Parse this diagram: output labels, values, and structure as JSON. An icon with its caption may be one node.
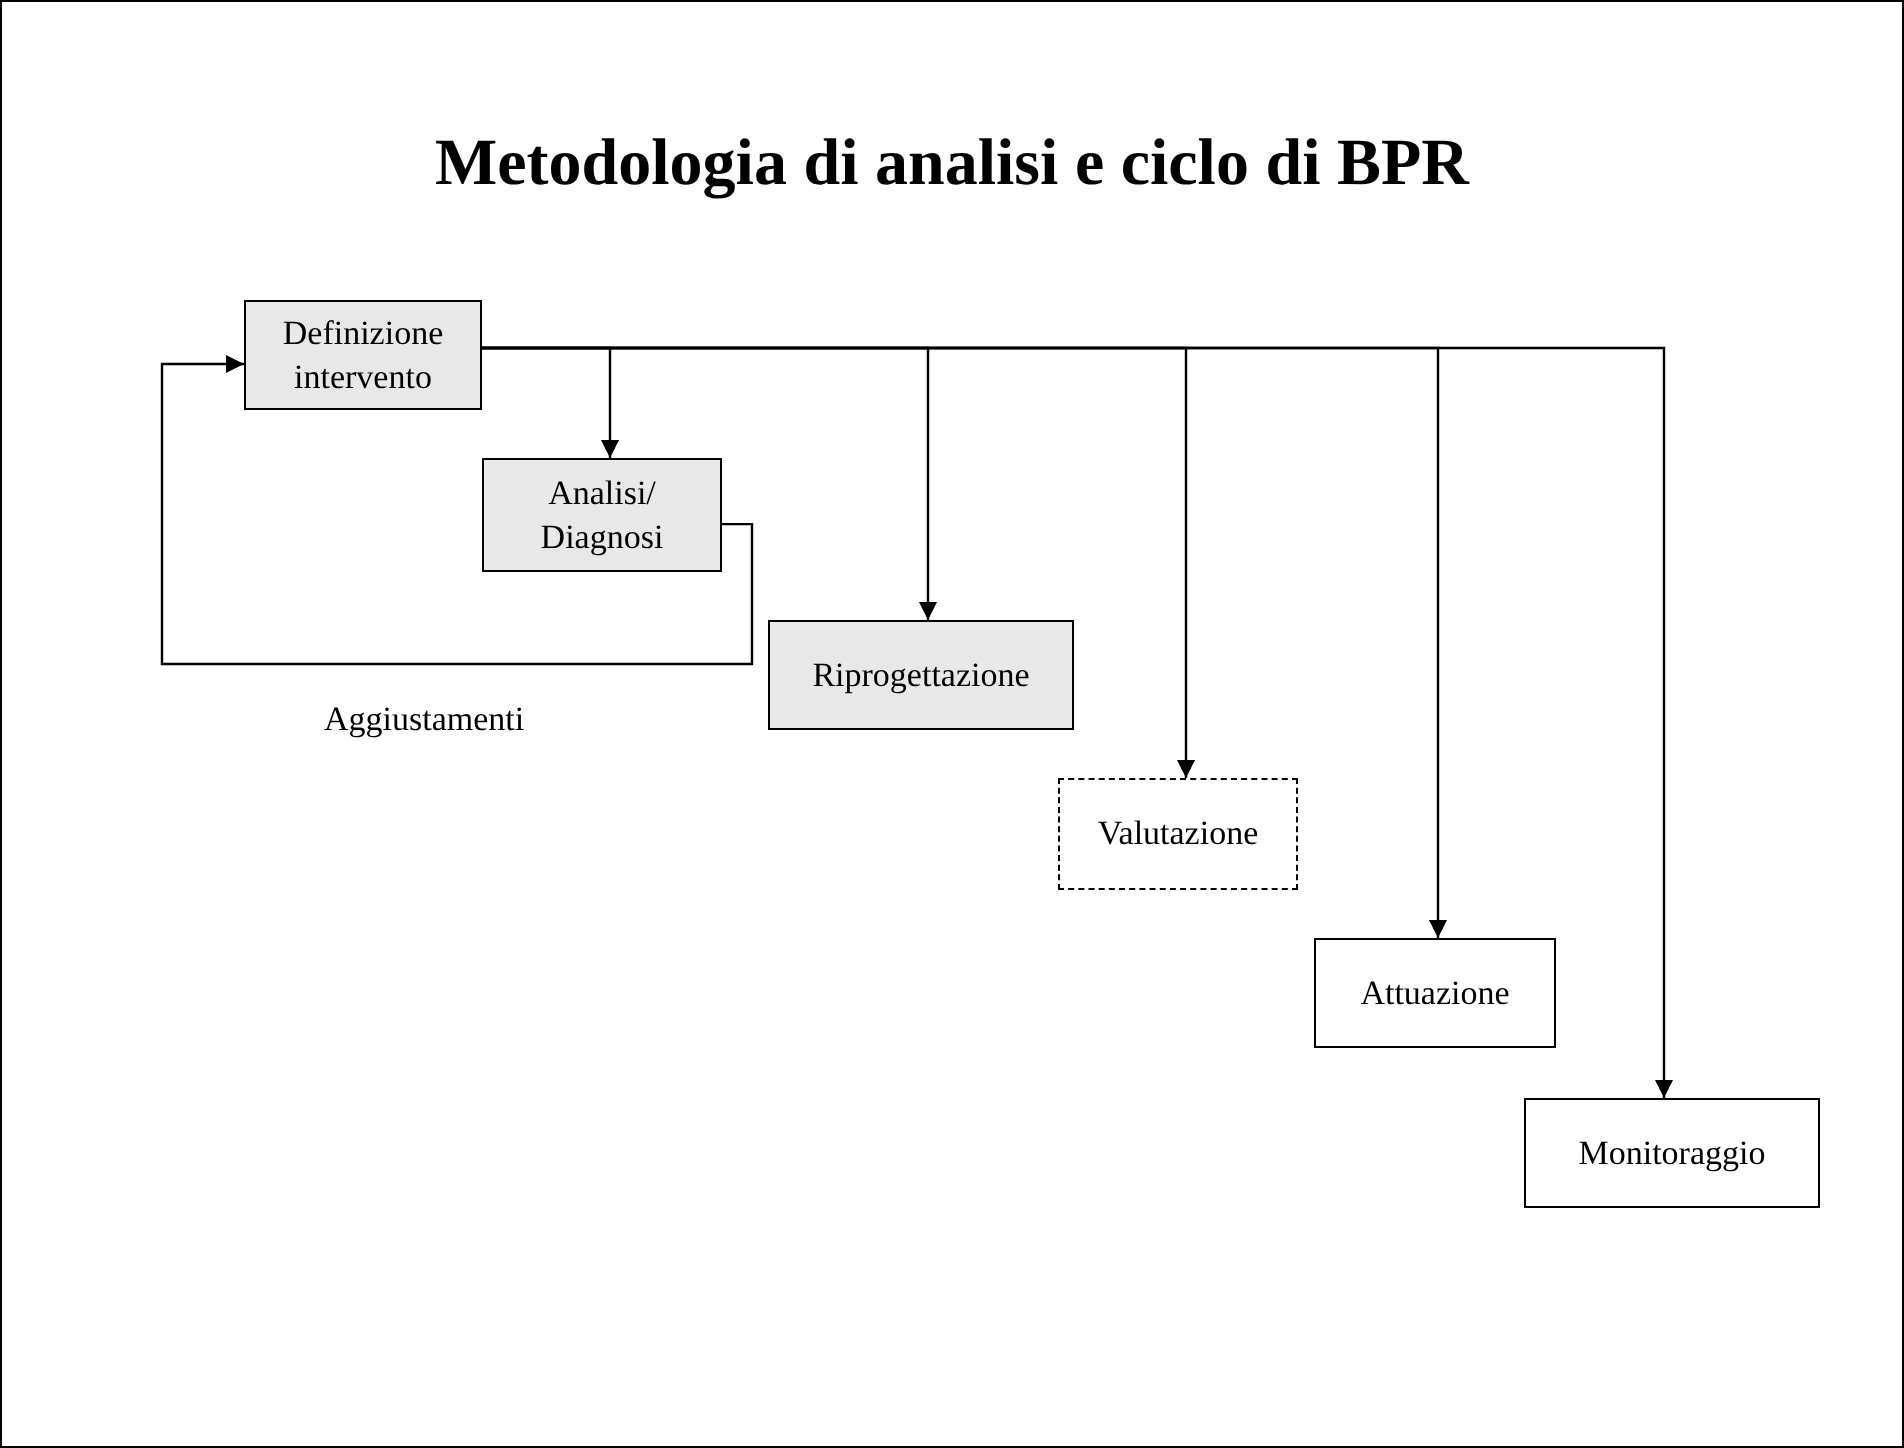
{
  "diagram": {
    "title": "Metodologia di analisi e ciclo di BPR",
    "nodes": [
      {
        "text": [
          "Definizione intervento"
        ]
      },
      {
        "text": [
          "Analisi/ Diagnosi"
        ]
      },
      {
        "text": [
          "Riprogettazione"
        ]
      },
      {
        "text": [
          "Valutazione"
        ]
      },
      {
        "text": [
          "Attuazione"
        ]
      },
      {
        "text": [
          "Monitoraggio"
        ]
      }
    ],
    "edges": [
      {
        "from": 0,
        "to": 1,
        "arrow": "to"
      },
      {
        "from": 0,
        "to": 2,
        "arrow": "to"
      },
      {
        "from": 0,
        "to": 3,
        "arrow": "to"
      },
      {
        "from": 0,
        "to": 4,
        "arrow": "to"
      },
      {
        "from": 0,
        "to": 5,
        "arrow": "to"
      },
      {
        "from": 1,
        "to": 0,
        "arrow": "to",
        "label": "Aggiustamenti"
      }
    ]
  }
}
